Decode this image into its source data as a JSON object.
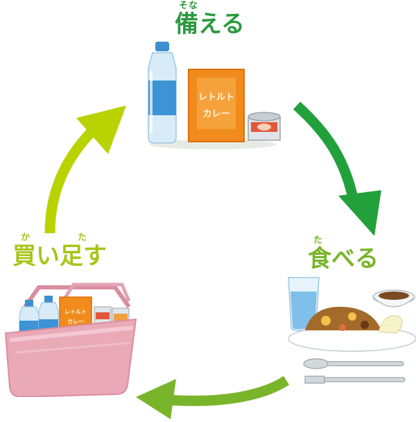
{
  "colors": {
    "dark_green": "#22a03c",
    "mid_green": "#2cac3a",
    "yellow_green": "#95c11f",
    "lime": "#b9d300"
  },
  "steps": [
    {
      "key": "sonaeru",
      "label": "備える",
      "ruby": "そな",
      "color": "#2a9a3e",
      "illustration": [
        "water-bottle-icon",
        "retort-curry-box-icon",
        "canned-food-icon"
      ],
      "box_text": [
        "レトルト",
        "カレー"
      ]
    },
    {
      "key": "taberu",
      "label": "食べる",
      "ruby": "た",
      "color": "#79b52a",
      "illustration": [
        "water-glass-icon",
        "curry-plate-icon",
        "side-dish-bowl-icon",
        "spoon-icon",
        "fork-icon"
      ]
    },
    {
      "key": "kaitasu",
      "label": "買い足す",
      "ruby_ka": "か",
      "ruby_ta": "た",
      "color": "#a9c41a",
      "illustration": [
        "shopping-basket-icon",
        "water-bottle-icon",
        "retort-curry-box-icon",
        "canned-food-icon"
      ],
      "box_text": [
        "レトルト",
        "カレー"
      ]
    }
  ],
  "arrows": [
    {
      "from": "sonaeru",
      "to": "taberu",
      "color": "#25a83a"
    },
    {
      "from": "taberu",
      "to": "kaitasu",
      "color": "#7dba2b"
    },
    {
      "from": "kaitasu",
      "to": "sonaeru",
      "color": "#bfd500"
    }
  ]
}
